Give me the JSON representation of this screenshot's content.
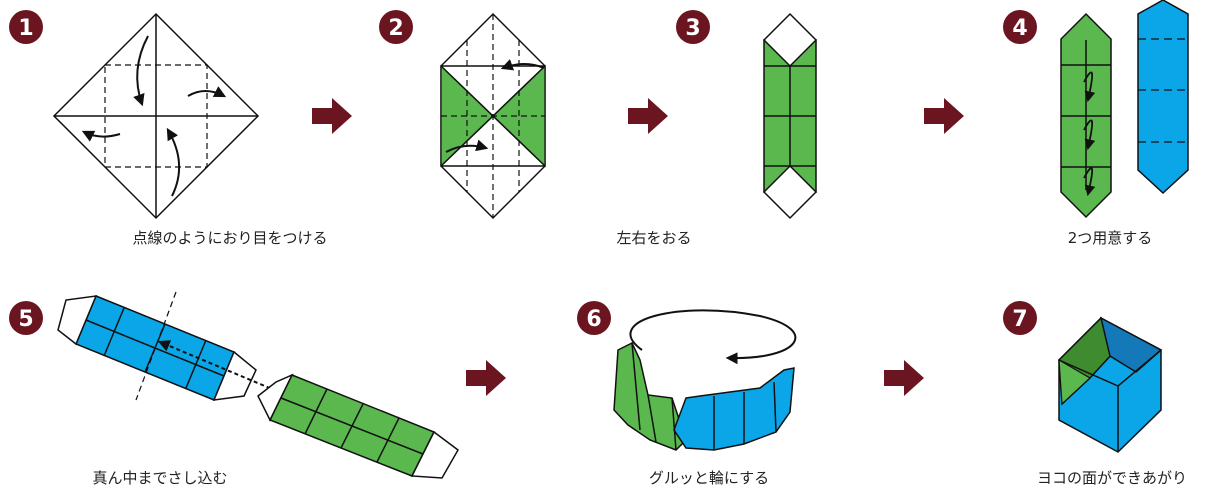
{
  "colors": {
    "green": "#5bb84e",
    "dark_green": "#3e8c2f",
    "blue": "#0aa6e8",
    "dark_blue": "#1379b8",
    "step_badge": "#6b1520",
    "arrow": "#6b1520"
  },
  "steps": [
    {
      "number": "1",
      "caption": "点線のようにおり目をつける"
    },
    {
      "number": "2",
      "caption": ""
    },
    {
      "number": "3",
      "caption": "左右をおる"
    },
    {
      "number": "4",
      "caption": "2つ用意する"
    },
    {
      "number": "5",
      "caption": "真ん中までさし込む"
    },
    {
      "number": "6",
      "caption": "グルッと輪にする"
    },
    {
      "number": "7",
      "caption": "ヨコの面ができあがり"
    }
  ]
}
